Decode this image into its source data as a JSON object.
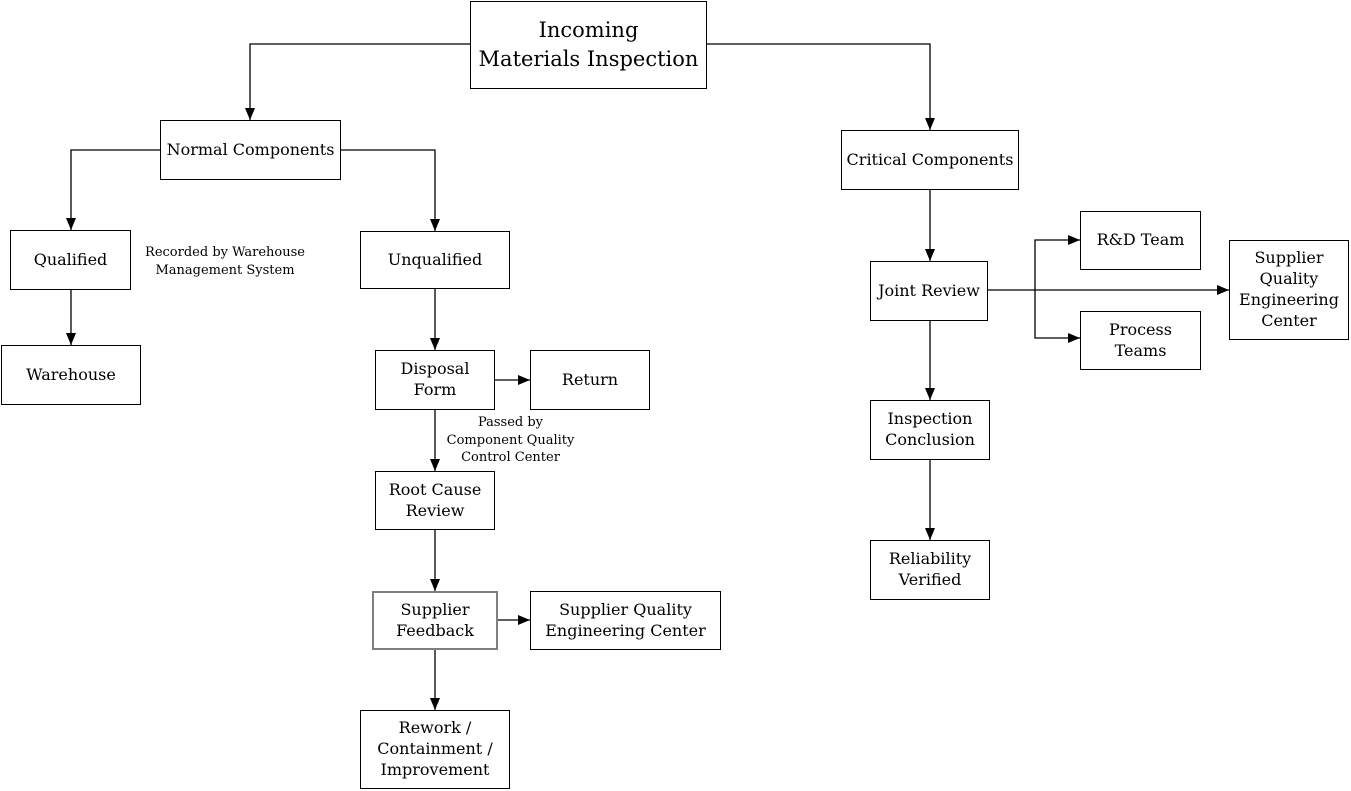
{
  "diagram": {
    "type": "flowchart",
    "colors": {
      "background": "#ffffff",
      "line": "#000000",
      "text": "#000000",
      "box_border": "#000000",
      "highlight_border": "#7f7f7f"
    },
    "nodes": {
      "incoming": {
        "label": "Incoming\nMaterials Inspection"
      },
      "normal_components": {
        "label": "Normal Components"
      },
      "critical_components": {
        "label": "Critical Components"
      },
      "qualified": {
        "label": "Qualified"
      },
      "unqualified": {
        "label": "Unqualified"
      },
      "warehouse": {
        "label": "Warehouse"
      },
      "disposal_form": {
        "label": "Disposal\nForm"
      },
      "return": {
        "label": "Return"
      },
      "root_cause_review": {
        "label": "Root Cause\nReview"
      },
      "supplier_feedback": {
        "label": "Supplier\nFeedback"
      },
      "supplier_quality_center_mid": {
        "label": "Supplier Quality\nEngineering Center"
      },
      "rework": {
        "label": "Rework /\nContainment /\nImprovement"
      },
      "joint_review": {
        "label": "Joint Review"
      },
      "rd_team": {
        "label": "R&D Team"
      },
      "process_teams": {
        "label": "Process\nTeams"
      },
      "supplier_quality_center_right": {
        "label": "Supplier\nQuality\nEngineering\nCenter"
      },
      "inspection_conclusion": {
        "label": "Inspection\nConclusion"
      },
      "reliability_verified": {
        "label": "Reliability\nVerified"
      }
    },
    "annotations": {
      "recorded_by": "Recorded by Warehouse\nManagement System",
      "passed_by": "Passed by\nComponent Quality\nControl Center"
    },
    "edges": [
      {
        "from": "Incoming Materials Inspection",
        "to": "Normal Components"
      },
      {
        "from": "Incoming Materials Inspection",
        "to": "Critical Components"
      },
      {
        "from": "Normal Components",
        "to": "Qualified"
      },
      {
        "from": "Normal Components",
        "to": "Unqualified"
      },
      {
        "from": "Qualified",
        "to": "Warehouse",
        "note": "Recorded by Warehouse Management System"
      },
      {
        "from": "Unqualified",
        "to": "Disposal Form"
      },
      {
        "from": "Disposal Form",
        "to": "Return"
      },
      {
        "from": "Disposal Form",
        "to": "Root Cause Review",
        "note": "Passed by Component Quality Control Center"
      },
      {
        "from": "Root Cause Review",
        "to": "Supplier Feedback"
      },
      {
        "from": "Supplier Feedback",
        "to": "Supplier Quality Engineering Center"
      },
      {
        "from": "Supplier Feedback",
        "to": "Rework / Containment / Improvement"
      },
      {
        "from": "Critical Components",
        "to": "Joint Review"
      },
      {
        "from": "Joint Review",
        "to": "R&D Team"
      },
      {
        "from": "Joint Review",
        "to": "Process Teams"
      },
      {
        "from": "Joint Review",
        "to": "Supplier Quality Engineering Center"
      },
      {
        "from": "Joint Review",
        "to": "Inspection Conclusion"
      },
      {
        "from": "Inspection Conclusion",
        "to": "Reliability Verified"
      }
    ]
  }
}
